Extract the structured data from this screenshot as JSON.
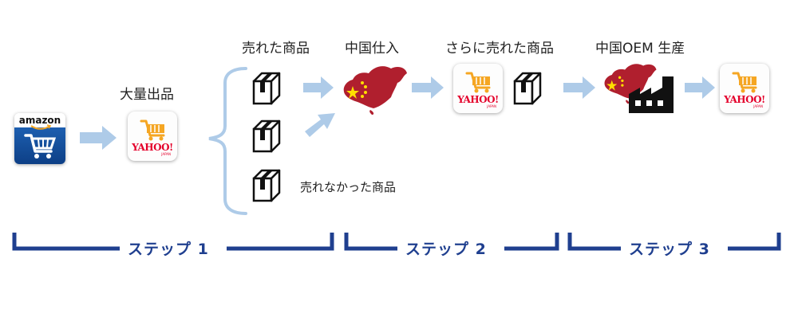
{
  "labels": {
    "bulk_listing": "大量出品",
    "sold_products": "売れた商品",
    "china_sourcing": "中国仕入",
    "more_sold_products": "さらに売れた商品",
    "china_oem": "中国OEM 生産",
    "unsold_products": "売れなかった商品"
  },
  "steps": [
    {
      "label": "ステップ 1"
    },
    {
      "label": "ステップ 2"
    },
    {
      "label": "ステップ 3"
    }
  ],
  "icons": {
    "amazon_word": "amazon",
    "yahoo_word": "YAHOO!",
    "yahoo_japan": "JAPAN"
  },
  "colors": {
    "arrow": "#aecbe8",
    "bracket_brace": "#aecbe8",
    "step_bracket": "#1f3f8f",
    "china_red": "#b01f2e",
    "star_yellow": "#ffde00",
    "cart_orange": "#f5a623"
  }
}
